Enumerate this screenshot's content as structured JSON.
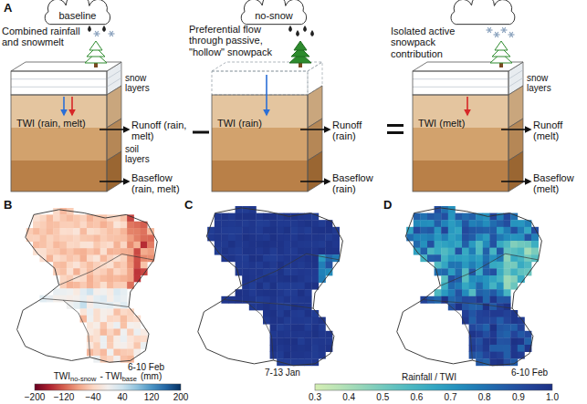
{
  "diagram": {
    "nodes": [
      {
        "text": [
          "baseline"
        ]
      },
      {
        "text": [
          "no-snow"
        ]
      }
    ],
    "labels": [
      "A",
      "Combined rainfall and snowmelt",
      "snow layers",
      "TWI (rain, melt)",
      "soil layers",
      "Runoff (rain, melt)",
      "Baseflow (rain, melt)",
      "Preferential flow through passive, \"hollow\" snowpack",
      "TWI (rain)",
      "Runoff (rain)",
      "Baseflow (rain)",
      "Isolated active snowpack contribution",
      "snow layers",
      "TWI (melt)",
      "Runoff (melt)",
      "Baseflow (melt)",
      "B",
      "6-10 Feb",
      "C",
      "7-13 Jan",
      "D",
      "6-10 Feb",
      "TWI",
      "no-snow",
      "- TWI",
      "base",
      "(mm)",
      "−200",
      "−120",
      "−40",
      "40",
      "120",
      "200",
      "Rainfall / TWI",
      "0.3",
      "0.4",
      "0.5",
      "0.6",
      "0.7",
      "0.8",
      "0.9",
      "1.0"
    ]
  }
}
